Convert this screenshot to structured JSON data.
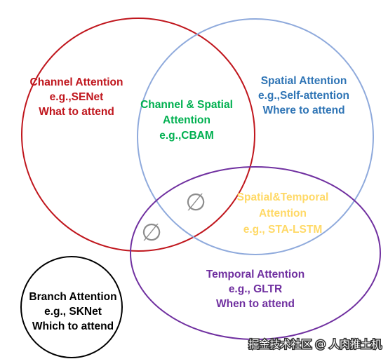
{
  "colors": {
    "channel": "#c0161d",
    "spatial": "#2e74b5",
    "spatial_circle": "#8faadc",
    "combo": "#00b050",
    "spatiotemporal": "#ffd966",
    "temporal": "#7030a0",
    "branch": "#000000",
    "empty_symbol": "#8c8c8c",
    "watermark": "#ffffff"
  },
  "channel": {
    "line1": "Channel Attention",
    "line2": "e.g.,SENet",
    "line3": "What to attend"
  },
  "spatial": {
    "line1": "Spatial Attention",
    "line2": "e.g.,Self-attention",
    "line3": "Where to attend"
  },
  "channel_spatial": {
    "line1": "Channel & Spatial",
    "line2": "Attention",
    "line3": "e.g.,CBAM"
  },
  "spatiotemporal": {
    "line1": "Spatial&Temporal",
    "line2": "Attention",
    "line3": "e.g., STA-LSTM"
  },
  "temporal": {
    "line1": "Temporal Attention",
    "line2": "e.g., GLTR",
    "line3": "When to attend"
  },
  "branch": {
    "line1": "Branch Attention",
    "line2": "e.g., SKNet",
    "line3": "Which to attend"
  },
  "empty_set": {
    "symbol_a": "∅",
    "symbol_b": "∅"
  },
  "watermark": {
    "text": "掘金技术社区 @ 人肉推土机"
  }
}
